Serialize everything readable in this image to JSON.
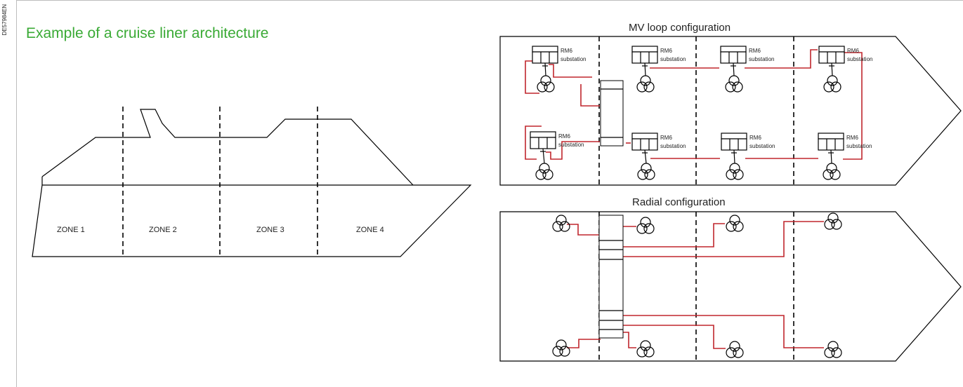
{
  "doc_id": "DE57984EN",
  "title": "Example of a cruise liner architecture",
  "ship": {
    "zones": [
      "ZONE 1",
      "ZONE 2",
      "ZONE 3",
      "ZONE 4"
    ]
  },
  "mv_loop": {
    "heading": "MV loop configuration",
    "substation_line1": "RM6",
    "substation_line2": "substation"
  },
  "radial": {
    "heading": "Radial configuration"
  },
  "colors": {
    "title": "#3aaa35",
    "cable": "#c0262d",
    "outline": "#000000"
  }
}
